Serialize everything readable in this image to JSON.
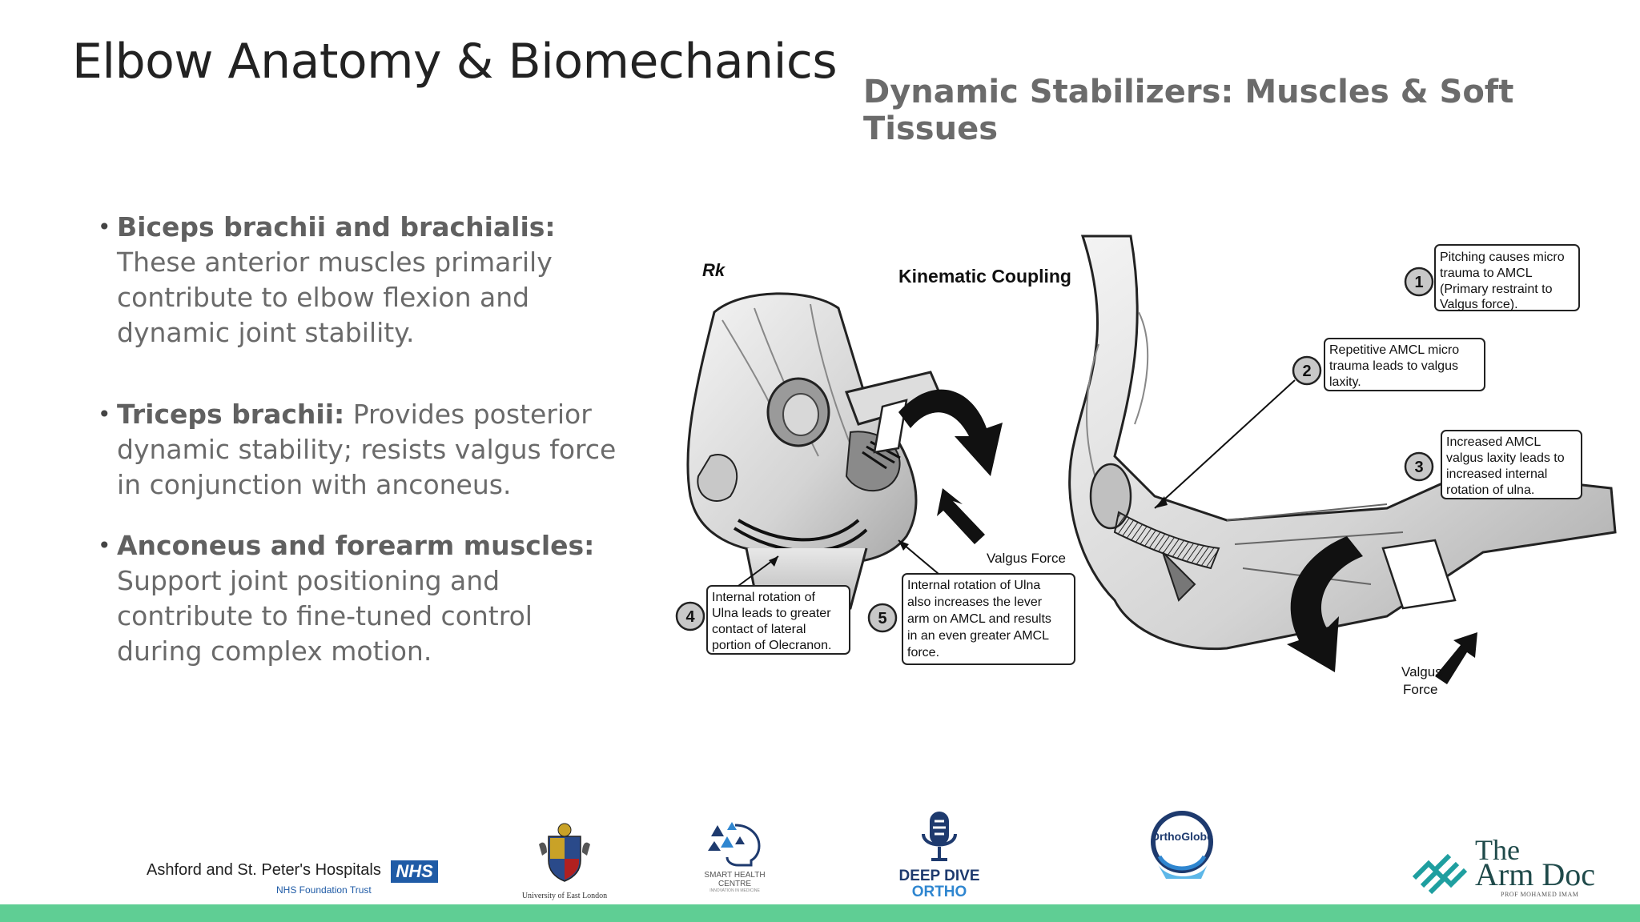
{
  "slide": {
    "title": "Elbow Anatomy & Biomechanics",
    "subtitle": "Dynamic Stabilizers: Muscles & Soft Tissues"
  },
  "bullets": [
    {
      "term": "Biceps brachii and brachialis:",
      "text": " These anterior muscles primarily contribute to elbow flexion and dynamic joint stability."
    },
    {
      "term": "Triceps brachii:",
      "text": " Provides posterior dynamic stability; resists valgus force in conjunction with anconeus."
    },
    {
      "term": "Anconeus and forearm muscles:",
      "text": " Support joint positioning and contribute to fine-tuned control during complex motion."
    }
  ],
  "figure": {
    "signature": "Rk",
    "heading": "Kinematic Coupling",
    "callouts": [
      {
        "num": "1",
        "lines": [
          "Pitching causes micro",
          "trauma to AMCL",
          "(Primary restraint to",
          "Valgus force)."
        ]
      },
      {
        "num": "2",
        "lines": [
          "Repetitive AMCL micro",
          "trauma leads to valgus",
          "laxity."
        ]
      },
      {
        "num": "3",
        "lines": [
          "Increased AMCL",
          "valgus laxity leads to",
          "increased internal",
          "rotation of ulna."
        ]
      },
      {
        "num": "4",
        "lines": [
          "Internal rotation of",
          "Ulna leads to greater",
          "contact of lateral",
          "portion of Olecranon."
        ]
      },
      {
        "num": "5",
        "lines": [
          "Internal rotation of Ulna",
          "also increases the lever",
          "arm on AMCL and results",
          "in an even greater AMCL",
          "force."
        ]
      }
    ],
    "valgus_left": "Valgus Force",
    "valgus_right_1": "Valgus",
    "valgus_right_2": "Force"
  },
  "footer": {
    "ashford": "Ashford and St. Peter's Hospitals",
    "nhs": "NHS",
    "nhs_trust": "NHS Foundation Trust",
    "uel": "University of East London",
    "shc_1": "SMART HEALTH",
    "shc_2": "CENTRE",
    "shc_3": "INNOVATION IN MEDICINE",
    "ddo_1": "DEEP DIVE",
    "ddo_2": "ORTHO",
    "orthoglobe": "OrthoGlobe",
    "arm_the": "The",
    "arm_doc": "Arm Doc",
    "arm_prof": "PROF MOHAMED IMAM"
  },
  "colors": {
    "green_bar": "#5fce94",
    "nhs_blue": "#1f5ba6",
    "deepdive_navy": "#1e3a6e",
    "deepdive_blue": "#2f86d0",
    "armdoc_teal": "#1f9fa0"
  }
}
